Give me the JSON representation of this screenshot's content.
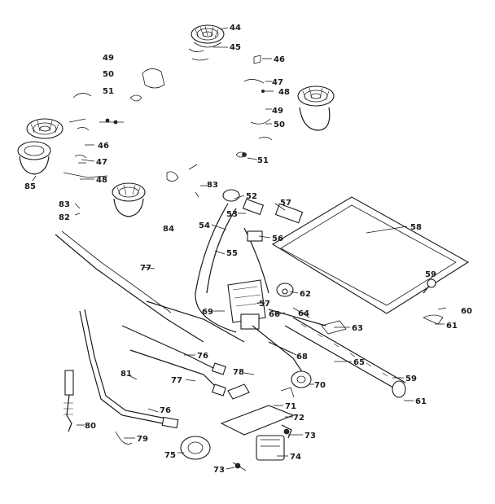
{
  "labels": [
    {
      "id": "l44",
      "text": "44"
    },
    {
      "id": "l45",
      "text": "45"
    },
    {
      "id": "l46a",
      "text": "46"
    },
    {
      "id": "l47a",
      "text": "47"
    },
    {
      "id": "l48a",
      "text": "48"
    },
    {
      "id": "l49a",
      "text": "49"
    },
    {
      "id": "l50a",
      "text": "50"
    },
    {
      "id": "l51a",
      "text": "51"
    },
    {
      "id": "l49b",
      "text": "49"
    },
    {
      "id": "l50b",
      "text": "50"
    },
    {
      "id": "l51b",
      "text": "51"
    },
    {
      "id": "l46b",
      "text": "46"
    },
    {
      "id": "l47b",
      "text": "47"
    },
    {
      "id": "l48b",
      "text": "48"
    },
    {
      "id": "l85",
      "text": "85"
    },
    {
      "id": "l83a",
      "text": "83"
    },
    {
      "id": "l82",
      "text": "82"
    },
    {
      "id": "l83b",
      "text": "83"
    },
    {
      "id": "l84",
      "text": "84"
    },
    {
      "id": "l52",
      "text": "52"
    },
    {
      "id": "l53",
      "text": "53"
    },
    {
      "id": "l54",
      "text": "54"
    },
    {
      "id": "l55",
      "text": "55"
    },
    {
      "id": "l56",
      "text": "56"
    },
    {
      "id": "l57a",
      "text": "57"
    },
    {
      "id": "l58",
      "text": "58"
    },
    {
      "id": "l59a",
      "text": "59"
    },
    {
      "id": "l60",
      "text": "60"
    },
    {
      "id": "l61a",
      "text": "61"
    },
    {
      "id": "l62",
      "text": "62"
    },
    {
      "id": "l57b",
      "text": "57"
    },
    {
      "id": "l69",
      "text": "69"
    },
    {
      "id": "l66",
      "text": "66"
    },
    {
      "id": "l64",
      "text": "64"
    },
    {
      "id": "l63",
      "text": "63"
    },
    {
      "id": "l68",
      "text": "68"
    },
    {
      "id": "l65",
      "text": "65"
    },
    {
      "id": "l59b",
      "text": "59"
    },
    {
      "id": "l61b",
      "text": "61"
    },
    {
      "id": "l77a",
      "text": "77"
    },
    {
      "id": "l76a",
      "text": "76"
    },
    {
      "id": "l77b",
      "text": "77"
    },
    {
      "id": "l78",
      "text": "78"
    },
    {
      "id": "l70",
      "text": "70"
    },
    {
      "id": "l81",
      "text": "81"
    },
    {
      "id": "l71",
      "text": "71"
    },
    {
      "id": "l72",
      "text": "72"
    },
    {
      "id": "l76b",
      "text": "76"
    },
    {
      "id": "l80",
      "text": "80"
    },
    {
      "id": "l79",
      "text": "79"
    },
    {
      "id": "l73a",
      "text": "73"
    },
    {
      "id": "l75",
      "text": "75"
    },
    {
      "id": "l74",
      "text": "74"
    },
    {
      "id": "l73b",
      "text": "73"
    }
  ]
}
